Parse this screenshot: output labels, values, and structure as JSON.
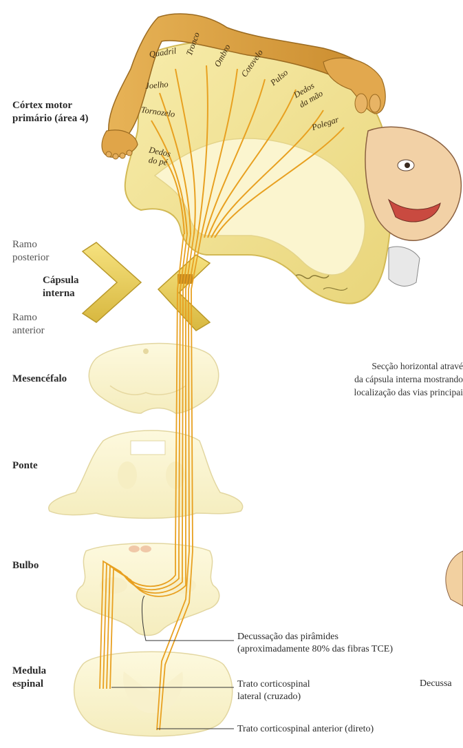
{
  "labels": {
    "motor_cortex_line1": "Córtex motor",
    "motor_cortex_line2": "primário (área 4)",
    "ramo_posterior_1": "Ramo",
    "ramo_posterior_2": "posterior",
    "capsula_1": "Cápsula",
    "capsula_2": "interna",
    "ramo_anterior_1": "Ramo",
    "ramo_anterior_2": "anterior",
    "mesencefalo": "Mesencéfalo",
    "ponte": "Ponte",
    "bulbo": "Bulbo",
    "medula_1": "Medula",
    "medula_2": "espinal",
    "section_caption_1": "Secção horizontal atravé",
    "section_caption_2": "da cápsula interna mostrando",
    "section_caption_3": "localização das vias principai",
    "decussacao_1": "Decussação das pirâmides",
    "decussacao_2": "(aproximadamente 80% das fibras TCE)",
    "lateral_1": "Trato corticospinal",
    "lateral_2": "lateral (cruzado)",
    "anterior_tract": "Trato corticospinal anterior (direto)",
    "decussa_cut": "Decussa"
  },
  "body_parts": [
    "Quadril",
    "Tronco",
    "Ombro",
    "Cotovelo",
    "Pulso",
    "Dedos",
    "da mão",
    "Polegar",
    "Joelho",
    "Tornozelo",
    "Dedos",
    "do pé"
  ],
  "colors": {
    "cortex": "#f3e69a",
    "cortex_edge": "#d8c160",
    "section": "#fcf7d4",
    "section_edge": "#e6dcaa",
    "tract": "#e8a020",
    "homunculus": "#d99a3a",
    "capsule": "#f0d76a"
  }
}
